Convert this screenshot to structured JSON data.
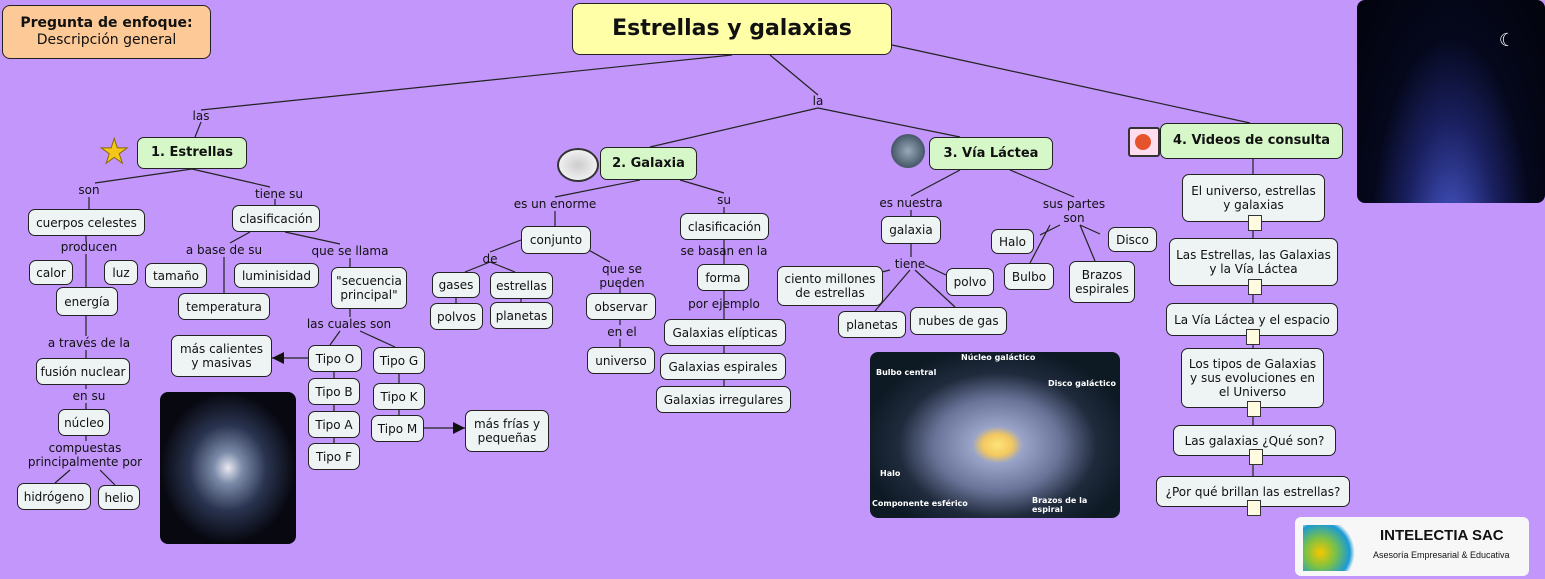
{
  "focus": {
    "line1": "Pregunta de enfoque:",
    "line2": "Descripción general"
  },
  "nodes": {
    "title": "Estrellas y galaxias",
    "estrellas": "1. Estrellas",
    "galaxia": "2. Galaxia",
    "via": "3. Vía Láctea",
    "videos": "4. Videos de consulta",
    "cuerpos": "cuerpos celestes",
    "calor": "calor",
    "luz": "luz",
    "energia": "energía",
    "fusion": "fusión nuclear",
    "nucleo": "núcleo",
    "hidrogeno": "hidrógeno",
    "helio": "helio",
    "clasif1": "clasificación",
    "tamano": "tamaño",
    "luminisidad": "luminisidad",
    "temperatura": "temperatura",
    "secuencia": "\"secuencia\nprincipal\"",
    "tipoO": "Tipo O",
    "tipoB": "Tipo B",
    "tipoA": "Tipo A",
    "tipoF": "Tipo F",
    "tipoG": "Tipo G",
    "tipoK": "Tipo K",
    "tipoM": "Tipo M",
    "calientes": "más calientes\ny masivas",
    "frias": "más frías y\npequeñas",
    "conjunto": "conjunto",
    "gases": "gases",
    "estrellas2": "estrellas",
    "polvos": "polvos",
    "planetas": "planetas",
    "observar": "observar",
    "universo": "universo",
    "clasif2": "clasificación",
    "forma": "forma",
    "elipticas": "Galaxias elípticas",
    "espirales": "Galaxias espirales",
    "irregulares": "Galaxias irregulares",
    "galaxia2": "galaxia",
    "millones": "ciento millones\nde estrellas",
    "polvo": "polvo",
    "planetas2": "planetas",
    "nubes": "nubes de gas",
    "halo": "Halo",
    "disco": "Disco",
    "bulbo": "Bulbo",
    "brazos": "Brazos\nespirales",
    "v1": "El universo, estrellas\ny galaxias",
    "v2": "Las Estrellas, las Galaxias\ny la Vía Láctea",
    "v3": "La Vía Láctea y el espacio",
    "v4": "Los tipos de Galaxias\ny sus evoluciones en\nel Universo",
    "v5": "Las galaxias ¿Qué son?",
    "v6": "¿Por qué brillan las estrellas?"
  },
  "labels": {
    "las": "las",
    "la": "la",
    "son": "son",
    "producen": "producen",
    "atraves": "a través de la",
    "ensu": "en su",
    "compuestas": "compuestas\nprincipalmente por",
    "tienesu": "tiene su",
    "abase": "a base de su",
    "quesellama": "que se llama",
    "lascuales": "las cuales son",
    "esunenorme": "es un enorme",
    "de": "de",
    "quesepueden": "que se\npueden",
    "enel": "en el",
    "su": "su",
    "sebasan": "se basan en la",
    "porejemplo": "por ejemplo",
    "esnuestra": "es nuestra",
    "tiene": "tiene",
    "suspartes": "sus partes\nson"
  },
  "diagram_labels": {
    "nucleo": "Núcleo galáctico",
    "bulbo": "Bulbo central",
    "disco": "Disco galáctico",
    "halo": "Halo",
    "componente": "Componente esférico",
    "brazos": "Brazos de la espiral"
  },
  "logo": {
    "name": "INTELECTIA SAC",
    "tagline": "Asesoría Empresarial & Educativa"
  }
}
